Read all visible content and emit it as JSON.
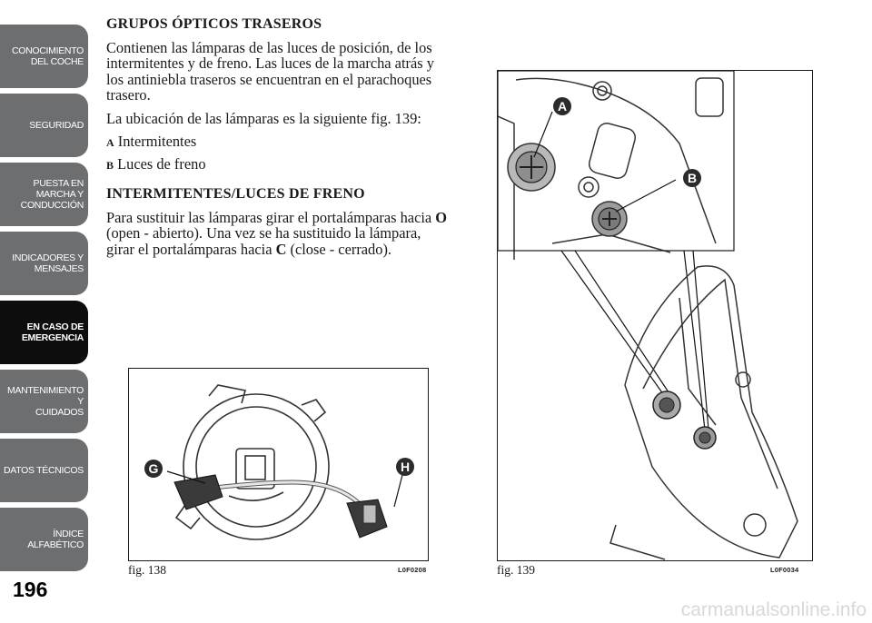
{
  "tabs": [
    {
      "label": "CONOCIMIENTO\nDEL COCHE",
      "active": false
    },
    {
      "label": "SEGURIDAD",
      "active": false
    },
    {
      "label": "PUESTA EN\nMARCHA Y\nCONDUCCIÓN",
      "active": false
    },
    {
      "label": "INDICADORES Y\nMENSAJES",
      "active": false
    },
    {
      "label": "EN CASO DE\nEMERGENCIA",
      "active": true
    },
    {
      "label": "MANTENIMIENTO Y\nCUIDADOS",
      "active": false
    },
    {
      "label": "DATOS TÉCNICOS",
      "active": false
    },
    {
      "label": "ÍNDICE\nALFABÉTICO",
      "active": false
    }
  ],
  "page_number": "196",
  "section1": {
    "title": "GRUPOS ÓPTICOS TRASEROS",
    "para1": "Contienen las lámparas de las luces de posición, de los intermitentes y de freno. Las luces de la marcha atrás y los antiniebla traseros se encuentran en el parachoques trasero.",
    "para2": "La ubicación de las lámparas es la siguiente fig. 139:",
    "lamps": [
      {
        "key": "A",
        "text": "Intermitentes"
      },
      {
        "key": "B",
        "text": "Luces de freno"
      }
    ]
  },
  "section2": {
    "title": "INTERMITENTES/LUCES DE FRENO",
    "text_1": "Para sustituir las lámparas girar el portalámparas hacia ",
    "key_o": "O",
    "text_2": " (open - abierto). Una vez se ha sustituido la lámpara, girar el portalámparas hacia ",
    "key_c": "C",
    "text_3": " (close - cerrado)."
  },
  "figures": {
    "fig138": {
      "caption": "fig. 138",
      "code": "L0F0208",
      "callouts": [
        "G",
        "H"
      ]
    },
    "fig139": {
      "caption": "fig. 139",
      "code": "L0F0034",
      "callouts": [
        "A",
        "B"
      ]
    }
  },
  "watermark": "carmanualsonline.info"
}
